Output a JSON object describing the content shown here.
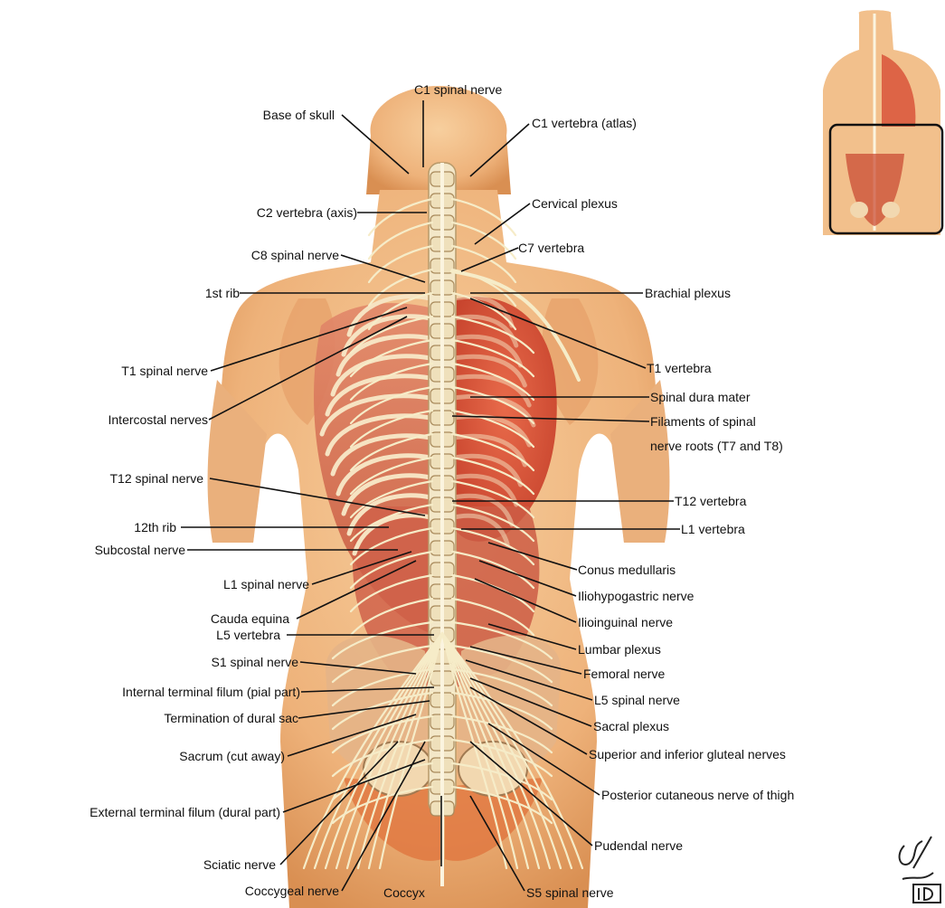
{
  "labels_left": [
    "Base of skull",
    "C2 vertebra (axis)",
    "C8 spinal nerve",
    "1st rib",
    "T1 spinal nerve",
    "Intercostal nerves",
    "T12 spinal nerve",
    "12th rib",
    "Subcostal nerve",
    "L1 spinal nerve",
    "Cauda equina",
    "L5 vertebra",
    "S1 spinal nerve",
    "Internal terminal filum (pial part)",
    "Termination of dural sac",
    "Sacrum (cut away)",
    "External terminal filum (dural part)",
    "Sciatic nerve",
    "Coccygeal nerve"
  ],
  "labels_right": [
    "C1 vertebra (atlas)",
    "Cervical plexus",
    "C7 vertebra",
    "Brachial plexus",
    "T1 vertebra",
    "Spinal dura mater",
    "Filaments of spinal",
    "nerve roots (T7 and T8)",
    "T12 vertebra",
    "L1 vertebra",
    "Conus medullaris",
    "Iliohypogastric nerve",
    "Ilioinguinal nerve",
    "Lumbar plexus",
    "Femoral nerve",
    "L5 spinal nerve",
    "Sacral plexus",
    "Superior and inferior gluteal nerves",
    "Posterior cutaneous nerve of thigh",
    "Pudendal nerve",
    "S5 spinal nerve"
  ],
  "labels_top": [
    "C1 spinal nerve"
  ],
  "labels_bottom": [
    "Coccyx"
  ],
  "colors": {
    "skin": "#f2c08c",
    "skin_shadow": "#d98f52",
    "lung": "#d9543a",
    "nerve": "#f6ecc8",
    "leader": "#111111"
  },
  "icons": [
    "torso-thumbnail-icon",
    "artist-signature-icon"
  ]
}
